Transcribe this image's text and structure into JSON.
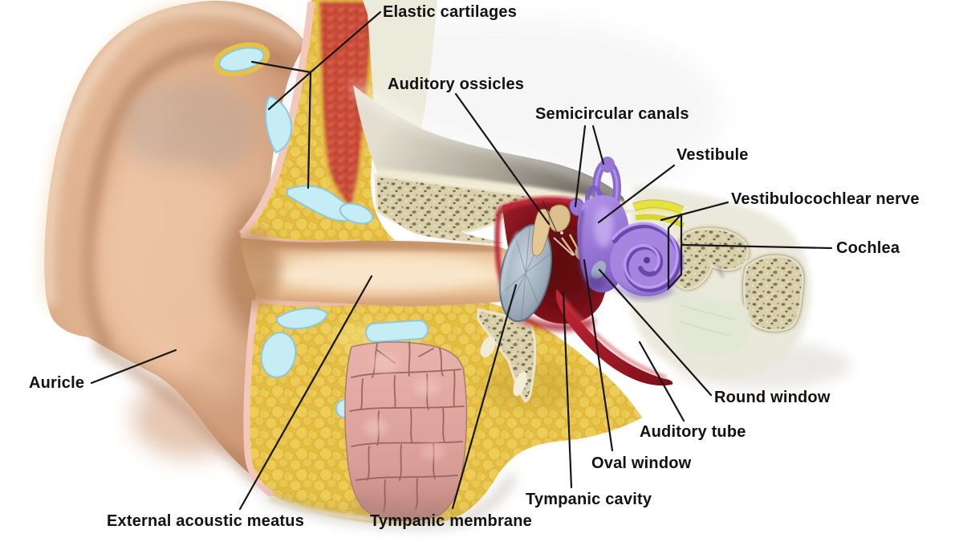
{
  "labels": [
    {
      "id": "elastic-cartilages",
      "text": "Elastic cartilages"
    },
    {
      "id": "auditory-ossicles",
      "text": "Auditory ossicles"
    },
    {
      "id": "semicircular-canals",
      "text": "Semicircular canals"
    },
    {
      "id": "vestibule",
      "text": "Vestibule"
    },
    {
      "id": "vestibulocochlear-nerve",
      "text": "Vestibulocochlear nerve"
    },
    {
      "id": "cochlea",
      "text": "Cochlea"
    },
    {
      "id": "round-window",
      "text": "Round window"
    },
    {
      "id": "auditory-tube",
      "text": "Auditory tube"
    },
    {
      "id": "oval-window",
      "text": "Oval window"
    },
    {
      "id": "tympanic-cavity",
      "text": "Tympanic cavity"
    },
    {
      "id": "tympanic-membrane",
      "text": "Tympanic membrane"
    },
    {
      "id": "external-acoustic-meatus",
      "text": "External acoustic meatus"
    },
    {
      "id": "auricle",
      "text": "Auricle"
    }
  ],
  "colors": {
    "label_text": "#121212",
    "leader_line": "#161616",
    "skin": "#dcae8c",
    "fat_yellow": "#e6c148",
    "elastic_cartilage_blue": "#c6ecf6",
    "bone_marrow_red": "#d6503a",
    "spongy_bone_tan": "#d8cfab",
    "tympanic_cavity_red": "#7c1119",
    "tympanic_membrane_gray": "#93a4b2",
    "inner_ear_purple": "#9a7ad8",
    "nerve_yellow": "#e8e33c",
    "auditory_tube_red": "#b01b28",
    "gland_pink": "#dfa49e"
  }
}
